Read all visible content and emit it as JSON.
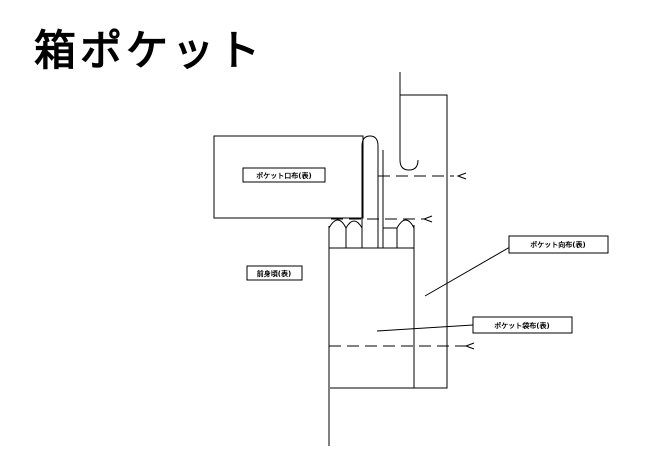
{
  "title": "箱ポケット",
  "labels": {
    "pocket_mouth_cloth": "ポケット口布(表)",
    "front_body": "前身頃(表)",
    "pocket_lining": "ポケット向布(表)",
    "pocket_bag_cloth": "ポケット袋布(表)"
  },
  "colors": {
    "line": "#000000",
    "background": "#ffffff"
  }
}
